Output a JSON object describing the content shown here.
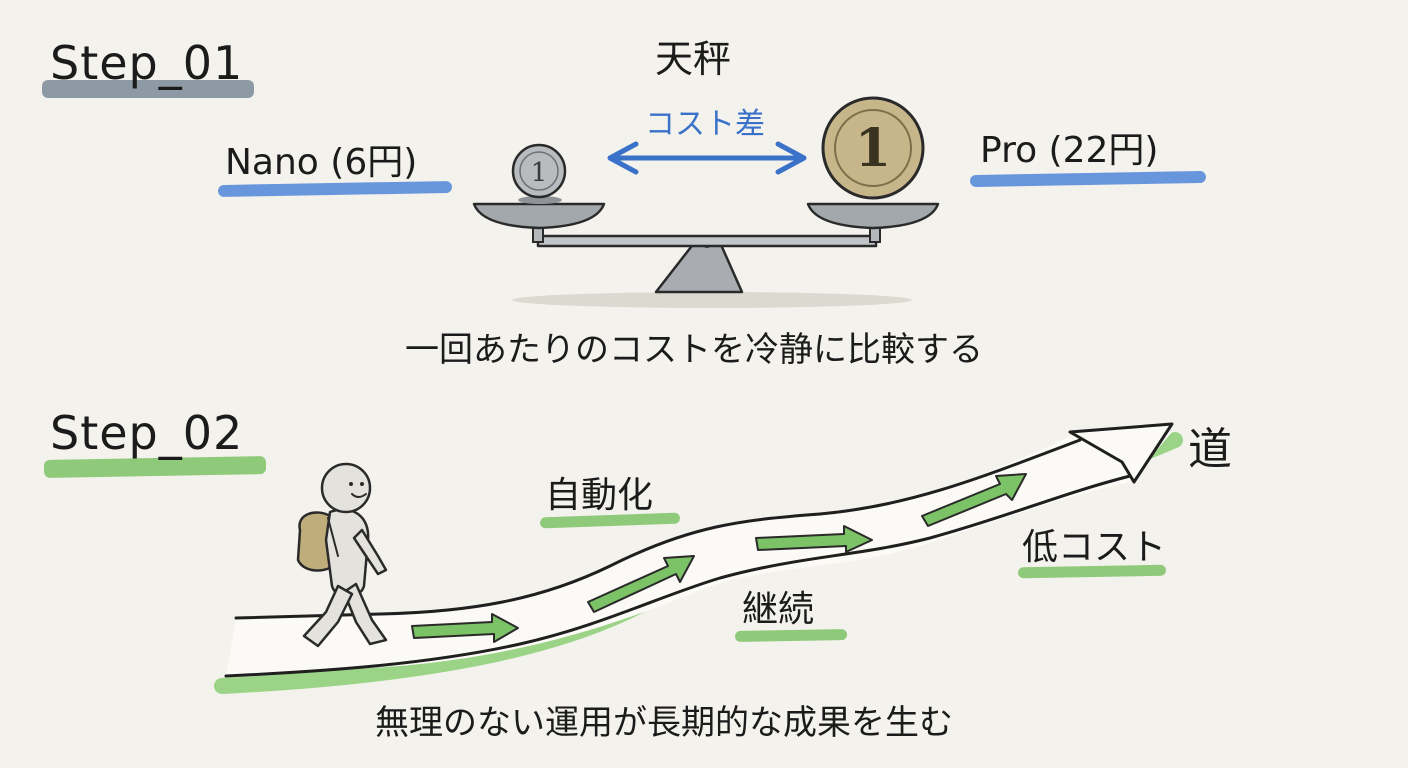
{
  "step1": {
    "label": "Step_01",
    "title": "天秤",
    "cost_diff": "コスト差",
    "left_label": "Nano (6円)",
    "right_label": "Pro (22円)",
    "coin_left": "1",
    "coin_right": "1",
    "caption": "一回あたりのコストを冷静に比較する"
  },
  "step2": {
    "label": "Step_02",
    "goal": "道",
    "automation": "自動化",
    "continuation": "継続",
    "low_cost": "低コスト",
    "caption": "無理のない運用が長期的な成果を生む"
  },
  "colors": {
    "step1_accent": "#6f8190",
    "step2_accent": "#7cc266",
    "blue": "#3b72c9",
    "green": "#7cc266",
    "coin_small": "#b9bcbf",
    "coin_large": "#c7b68a"
  }
}
